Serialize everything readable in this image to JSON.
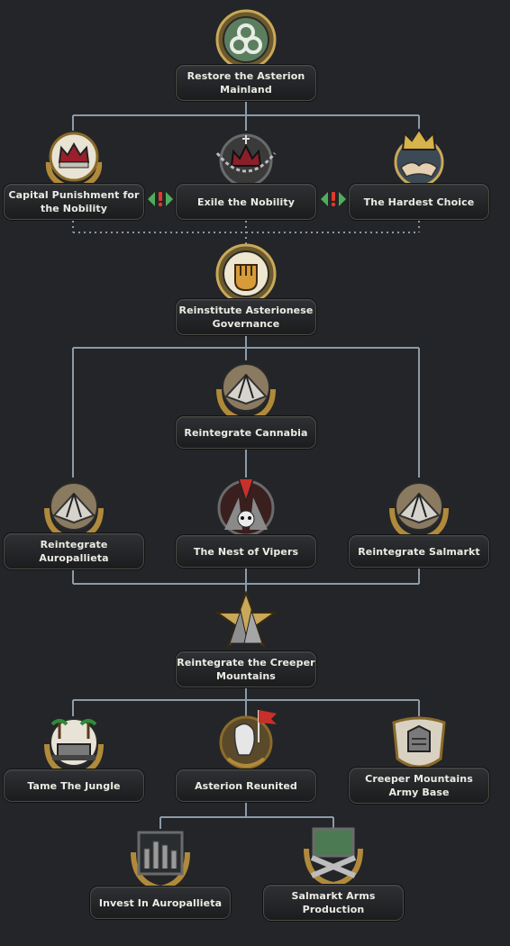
{
  "focus_tree": {
    "foci": [
      {
        "id": "restore",
        "label": "Restore the Asterion Mainland",
        "icon": "trefoil-emblem-icon"
      },
      {
        "id": "capital",
        "label": "Capital Punishment for the Nobility",
        "icon": "crown-on-shield-icon"
      },
      {
        "id": "exile",
        "label": "Exile the Nobility",
        "icon": "chained-crown-icon"
      },
      {
        "id": "hardest",
        "label": "The Hardest Choice",
        "icon": "crown-handshake-icon"
      },
      {
        "id": "reinstitute",
        "label": "Reinstitute Asterionese Governance",
        "icon": "raised-fist-icon"
      },
      {
        "id": "cannabia",
        "label": "Reintegrate Cannabia",
        "icon": "map-compass-icon"
      },
      {
        "id": "auropallieta",
        "label": "Reintegrate Auropallieta",
        "icon": "map-compass-icon"
      },
      {
        "id": "vipers",
        "label": "The Nest of Vipers",
        "icon": "skull-flags-icon"
      },
      {
        "id": "salmarkt",
        "label": "Reintegrate Salmarkt",
        "icon": "map-compass-icon"
      },
      {
        "id": "creeper",
        "label": "Reintegrate the Creeper Mountains",
        "icon": "mountain-star-icon"
      },
      {
        "id": "jungle",
        "label": "Tame The Jungle",
        "icon": "bulldozer-palms-icon"
      },
      {
        "id": "reunited",
        "label": "Asterion Reunited",
        "icon": "bear-flag-icon"
      },
      {
        "id": "armybase",
        "label": "Creeper Mountains Army Base",
        "icon": "fortress-icon"
      },
      {
        "id": "invest",
        "label": "Invest In Aurop​allieta",
        "icon": "factory-city-icon"
      },
      {
        "id": "arms",
        "label": "Salmarkt Arms Production",
        "icon": "crossed-guns-factory-icon"
      }
    ],
    "exclusive_markers": [
      {
        "between": [
          "capital",
          "exile"
        ],
        "icon": "mutually-exclusive-icon"
      },
      {
        "between": [
          "exile",
          "hardest"
        ],
        "icon": "mutually-exclusive-icon"
      }
    ]
  }
}
